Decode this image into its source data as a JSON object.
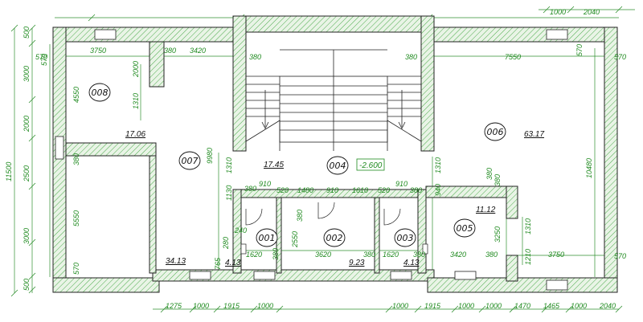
{
  "colors": {
    "wall_fill": "#e9f4e6",
    "wall_stroke": "#222222",
    "hatch": "#4caa4c",
    "dim_text": "#1f8a1f",
    "dim_line": "#2f8f2f"
  },
  "rooms": [
    {
      "id": "r008",
      "number": "008",
      "area": "17.06"
    },
    {
      "id": "r007",
      "number": "007",
      "area": "34.13"
    },
    {
      "id": "r004",
      "number": "004",
      "area": "17.45",
      "elevation": "-2.600"
    },
    {
      "id": "r006",
      "number": "006",
      "area": "63.17"
    },
    {
      "id": "r001",
      "number": "001",
      "area": "4.13"
    },
    {
      "id": "r002",
      "number": "002",
      "area": "9.23"
    },
    {
      "id": "r003",
      "number": "003",
      "area": "4.13"
    },
    {
      "id": "r005",
      "number": "005",
      "area": "11.12"
    }
  ],
  "dimensions": {
    "top_right": [
      "1000",
      "2040"
    ],
    "top_inner": [
      "570",
      "3750",
      "380",
      "3420",
      "380",
      "380",
      "7550",
      "570",
      "570"
    ],
    "left_chain": [
      "500",
      "3000",
      "2000",
      "2500",
      "3000",
      "500"
    ],
    "left_overall": "11500",
    "left_inner": [
      "570",
      "4550",
      "380",
      "5550",
      "570"
    ],
    "room008": [
      "2000",
      "1310"
    ],
    "core_vertical": [
      "9980",
      "1310",
      "1130",
      "1310",
      "940"
    ],
    "wet_top": [
      "380",
      "910",
      "520",
      "1480",
      "910",
      "1610",
      "520",
      "910",
      "380"
    ],
    "wet_bottom": [
      "1620",
      "380",
      "3620",
      "380",
      "1620",
      "380"
    ],
    "wet_vertical": [
      "2550",
      "380",
      "240",
      "280",
      "765"
    ],
    "room005": [
      "380",
      "3250",
      "1310",
      "1210",
      "3420",
      "380",
      "3750",
      "570"
    ],
    "room006": [
      "10480",
      "380"
    ],
    "bottom_left": [
      "1275",
      "1000",
      "1915",
      "1000"
    ],
    "bottom_right": [
      "1000",
      "1915",
      "1000",
      "1000",
      "1470",
      "1465",
      "1000",
      "2040"
    ]
  }
}
